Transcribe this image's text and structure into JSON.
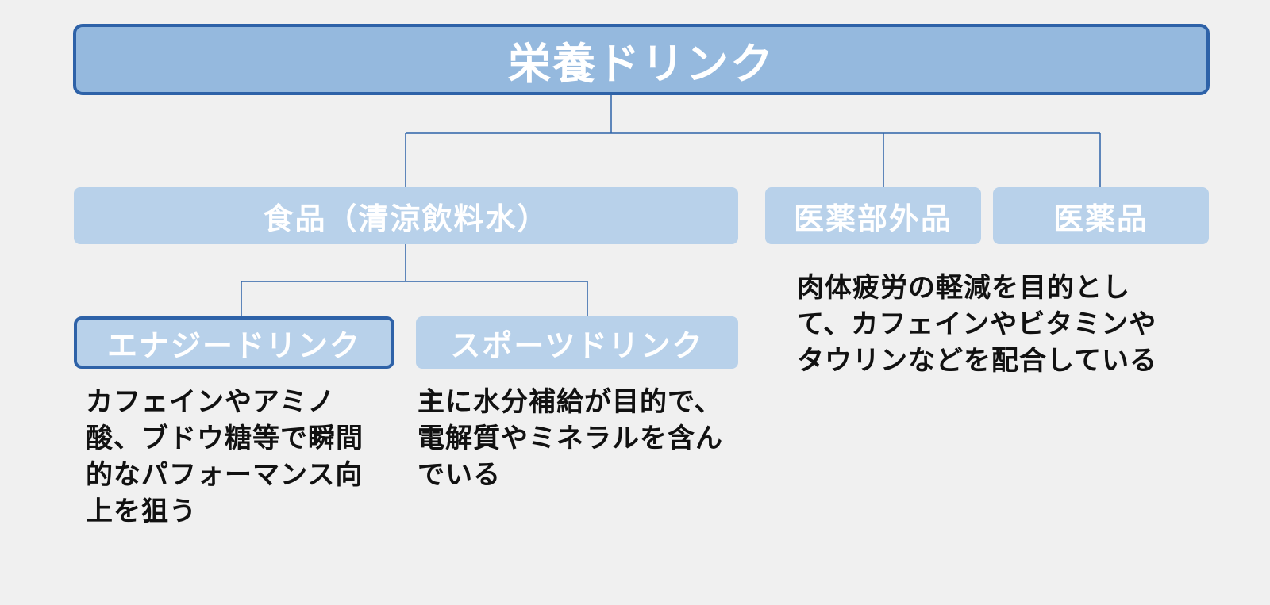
{
  "diagram": {
    "root": {
      "label": "栄養ドリンク"
    },
    "categories": [
      {
        "label": "食品（清涼飲料水）",
        "children": [
          {
            "label": "エナジードリンク",
            "description": "カフェインやアミノ酸、ブドウ糖等で瞬間的なパフォーマンス向上を狙う",
            "highlighted": true
          },
          {
            "label": "スポーツドリンク",
            "description": "主に水分補給が目的で、電解質やミネラルを含んでいる"
          }
        ]
      },
      {
        "label": "医薬部外品",
        "description": "肉体疲労の軽減を目的として、カフェインやビタミンやタウリンなどを配合している"
      },
      {
        "label": "医薬品"
      }
    ]
  },
  "colors": {
    "background": "#f0f0f0",
    "root_fill": "#95b9de",
    "node_fill": "#b8d1ea",
    "border_accent": "#2e62a8",
    "connector": "#2e62a8",
    "node_text": "#ffffff",
    "description_text": "#111111"
  }
}
